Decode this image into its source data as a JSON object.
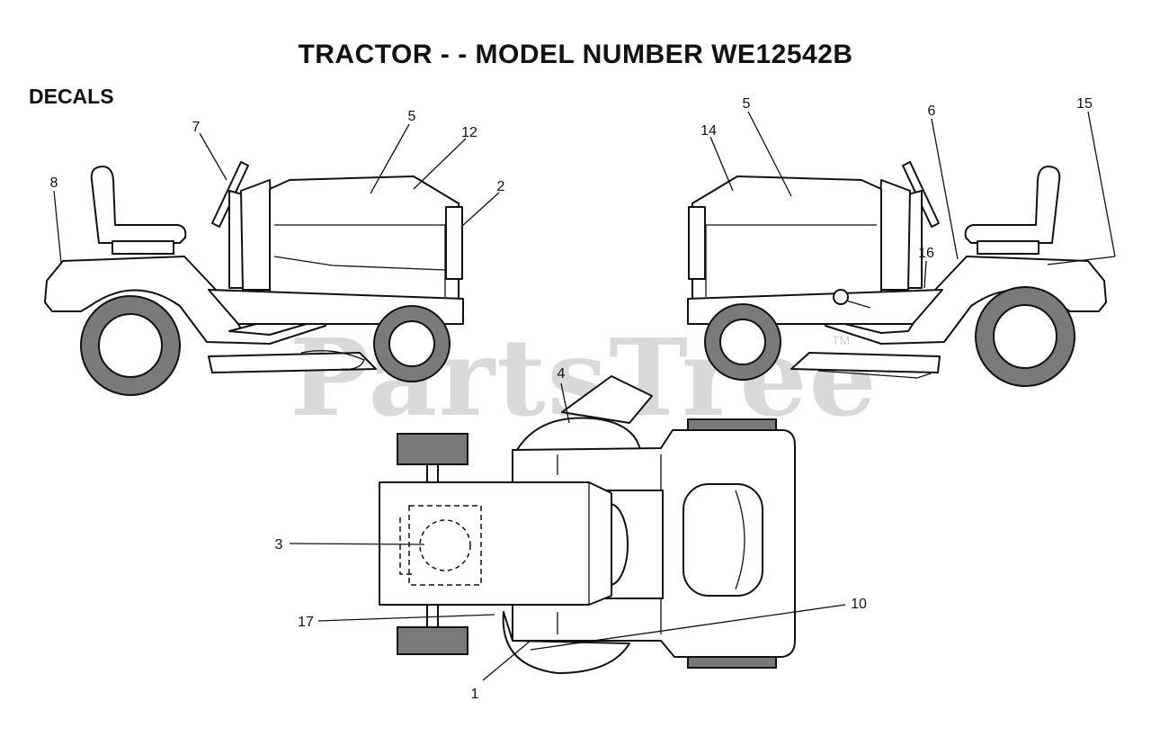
{
  "title": "TRACTOR - - MODEL NUMBER WE12542B",
  "section": "DECALS",
  "watermark": "PartsTree",
  "watermark_tm": "TM",
  "callouts": {
    "left_view": [
      "8",
      "7",
      "5",
      "12",
      "2"
    ],
    "right_view": [
      "14",
      "5",
      "6",
      "15",
      "16"
    ],
    "top_view": [
      "4",
      "3",
      "17",
      "10",
      "1"
    ]
  },
  "colors": {
    "line": "#111111",
    "tire": "#7a7a7a",
    "watermark": "#d9d9d9"
  }
}
